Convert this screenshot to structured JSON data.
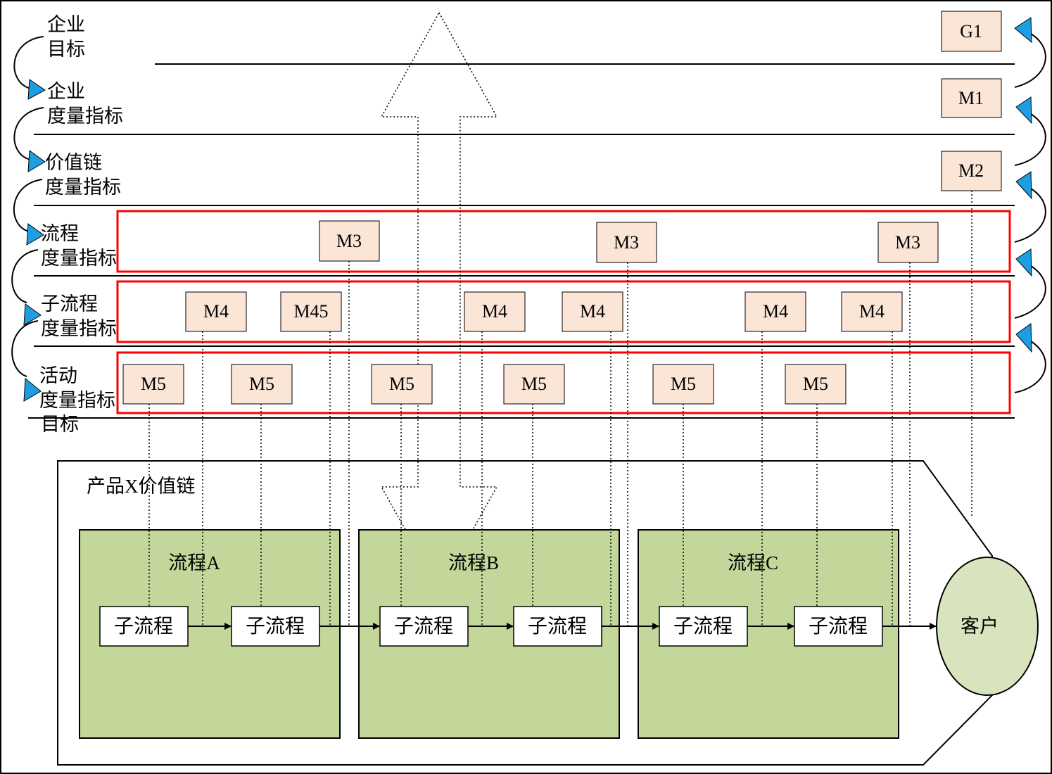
{
  "levels": [
    {
      "lines": [
        "企业",
        "目标"
      ]
    },
    {
      "lines": [
        "企业",
        "度量指标"
      ]
    },
    {
      "lines": [
        "价值链",
        "度量指标"
      ]
    },
    {
      "lines": [
        "流程",
        "度量指标"
      ]
    },
    {
      "lines": [
        "子流程",
        "度量指标"
      ]
    },
    {
      "lines": [
        "活动",
        "度量指标",
        "目标"
      ]
    }
  ],
  "metrics": {
    "g1": "G1",
    "m1": "M1",
    "m2": "M2",
    "process_row": [
      "M3",
      "M3",
      "M3"
    ],
    "subprocess_row": [
      "M4",
      "M45",
      "M4",
      "M4",
      "M4",
      "M4"
    ],
    "activity_row": [
      "M5",
      "M5",
      "M5",
      "M5",
      "M5",
      "M5"
    ]
  },
  "value_chain": {
    "title": "产品X价值链",
    "processes": [
      "流程A",
      "流程B",
      "流程C"
    ],
    "subprocess_label": "子流程",
    "customer": "客户"
  },
  "colors": {
    "metric_fill": "#fbe5d6",
    "process_fill": "#c4d79b",
    "customer_fill": "#d7e4bd",
    "band_border": "#ff0000",
    "cycle_arrow": "#1e9ee0"
  }
}
